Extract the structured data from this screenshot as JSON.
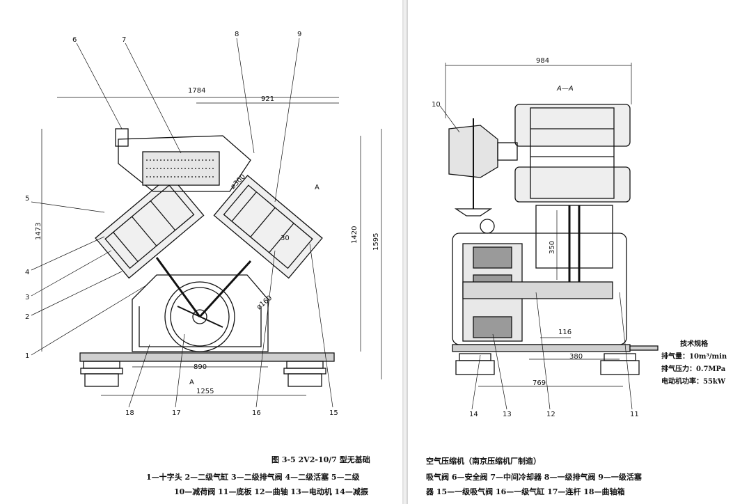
{
  "left_figure": {
    "caption": "图 3-5   2V2-10/7 型无基础",
    "legend_line1": "1—十字头   2—二级气缸   3—二级排气阀   4—二级活塞   5—二级",
    "legend_line2": "10—减荷阀   11—底板   12—曲轴   13—电动机   14—减振",
    "dimensions": [
      "1784",
      "921",
      "1473",
      "1420",
      "1595",
      "890",
      "1255",
      "ø300",
      "ø160",
      "30"
    ],
    "section_mark": "A",
    "callouts": [
      "6",
      "7",
      "8",
      "9",
      "5",
      "4",
      "3",
      "2",
      "1",
      "18",
      "17",
      "16",
      "15"
    ]
  },
  "right_figure": {
    "caption": "空气压缩机（南京压缩机厂制造）",
    "legend_line1": "吸气阀   6—安全阀   7—中间冷却器   8—一级排气阀   9—一级活塞",
    "legend_line2": "器   15—一级吸气阀   16—一级气缸   17—连杆   18—曲轴箱",
    "section_title": "A—A",
    "dimensions": [
      "984",
      "350",
      "116",
      "380",
      "769"
    ],
    "callouts": [
      "10",
      "14",
      "13",
      "12",
      "11"
    ]
  },
  "specs": {
    "title": "技术规格",
    "rows": [
      "排气量：10m³/min",
      "排气压力：0.7MPa",
      "电动机功率：55kW"
    ]
  }
}
